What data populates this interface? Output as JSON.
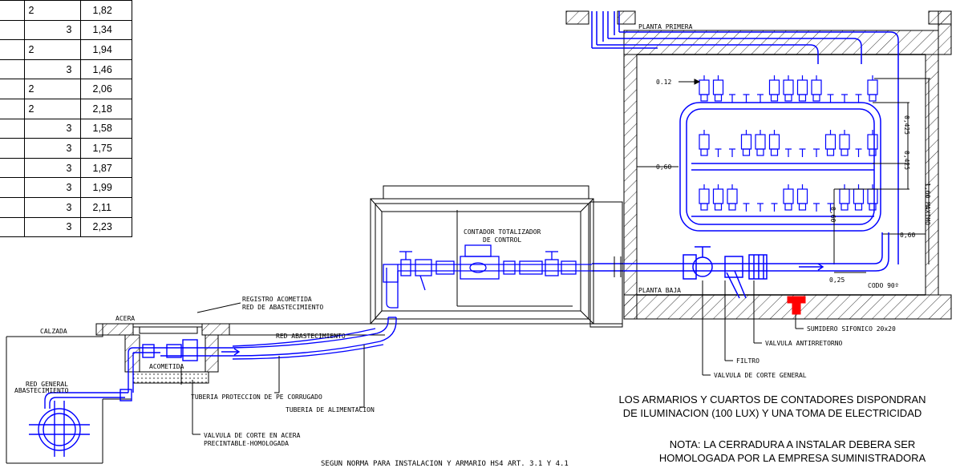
{
  "table": {
    "rows": [
      {
        "a": "2",
        "b": "",
        "v": "1,82"
      },
      {
        "a": "",
        "b": "3",
        "v": "1,34"
      },
      {
        "a": "2",
        "b": "",
        "v": "1,94"
      },
      {
        "a": "",
        "b": "3",
        "v": "1,46"
      },
      {
        "a": "2",
        "b": "",
        "v": "2,06"
      },
      {
        "a": "2",
        "b": "",
        "v": "2,18"
      },
      {
        "a": "",
        "b": "3",
        "v": "1,58"
      },
      {
        "a": "",
        "b": "3",
        "v": "1,75"
      },
      {
        "a": "",
        "b": "3",
        "v": "1,87"
      },
      {
        "a": "",
        "b": "3",
        "v": "1,99"
      },
      {
        "a": "",
        "b": "3",
        "v": "2,11"
      },
      {
        "a": "",
        "b": "3",
        "v": "2,23"
      }
    ]
  },
  "labels": {
    "planta_primera": "PLANTA PRIMERA",
    "planta_baja": "PLANTA BAJA",
    "dim_012": "0.12",
    "dim_0425a": "0,425",
    "dim_0425b": "0,425",
    "dim_160": "1,60 MAXIMO",
    "dim_060_left": "0,60",
    "dim_060_right": "0,60",
    "dim_060_vert": "0,60",
    "dim_025": "0,25",
    "codo": "CODO 90º",
    "contador_1": "CONTADOR TOTALIZADOR",
    "contador_2": "DE CONTROL",
    "registro_1": "REGISTRO ACOMETIDA",
    "registro_2": "RED DE ABASTECIMIENTO",
    "acera": "ACERA",
    "calzada": "CALZADA",
    "acometida": "ACOMETIDA",
    "red_abastecimiento": "RED ABASTECIMIENTO",
    "red_general_1": "RED GENERAL",
    "red_general_2": "ABASTECIMIENTO",
    "tuberia_proteccion": "TUBERIA PROTECCION DE PE CORRUGADO",
    "tuberia_alimentacion": "TUBERIA DE ALIMENTACION",
    "valvula_acera_1": "VALVULA DE CORTE EN ACERA",
    "valvula_acera_2": "PRECINTABLE-HOMOLOGADA",
    "sumidero": "SUMIDERO SIFONICO 20x20",
    "antirretorno": "VALVULA ANTIRRETORNO",
    "filtro": "FILTRO",
    "corte_general": "VALVULA DE CORTE GENERAL",
    "norma": "SEGUN NORMA PARA INSTALACION Y ARMARIO HS4 ART. 3.1 Y 4.1"
  },
  "notes": {
    "line1": "LOS ARMARIOS Y CUARTOS DE CONTADORES DISPONDRAN",
    "line2": "DE ILUMINACION (100 LUX) Y UNA TOMA DE ELECTRICIDAD",
    "line3": "NOTA: LA CERRADURA A INSTALAR DEBERA SER",
    "line4": "HOMOLOGADA POR LA EMPRESA SUMINISTRADORA"
  },
  "colors": {
    "pipe": "#0000ff",
    "line": "#000000",
    "sumidero": "#ff0000"
  }
}
